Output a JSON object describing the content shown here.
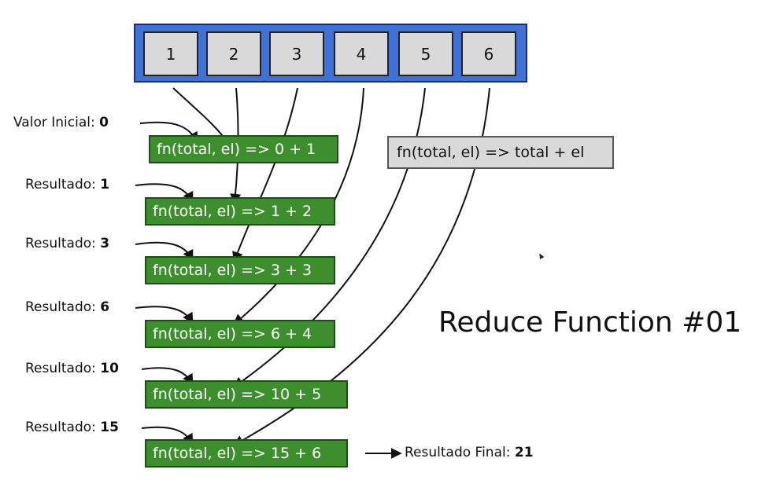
{
  "title": "Reduce Function #01",
  "array": [
    "1",
    "2",
    "3",
    "4",
    "5",
    "6"
  ],
  "callback_signature": "fn(total, el) => total + el",
  "initial": {
    "label": "Valor Inicial:",
    "value": "0"
  },
  "steps": [
    {
      "call": "fn(total, el) => 0 + 1"
    },
    {
      "label": "Resultado:",
      "value": "1",
      "call": "fn(total, el) => 1 + 2"
    },
    {
      "label": "Resultado:",
      "value": "3",
      "call": "fn(total, el) => 3 + 3"
    },
    {
      "label": "Resultado:",
      "value": "6",
      "call": "fn(total, el) => 6 + 4"
    },
    {
      "label": "Resultado:",
      "value": "10",
      "call": "fn(total, el) => 10 + 5"
    },
    {
      "label": "Resultado:",
      "value": "15",
      "call": "fn(total, el) => 15 + 6"
    }
  ],
  "final": {
    "label": "Resultado Final:",
    "value": "21"
  },
  "colors": {
    "array_border": "#3f72d6",
    "cell": "#d9d9d9",
    "step_box": "#3d8f2e",
    "signature_box": "#d9d9d9"
  }
}
